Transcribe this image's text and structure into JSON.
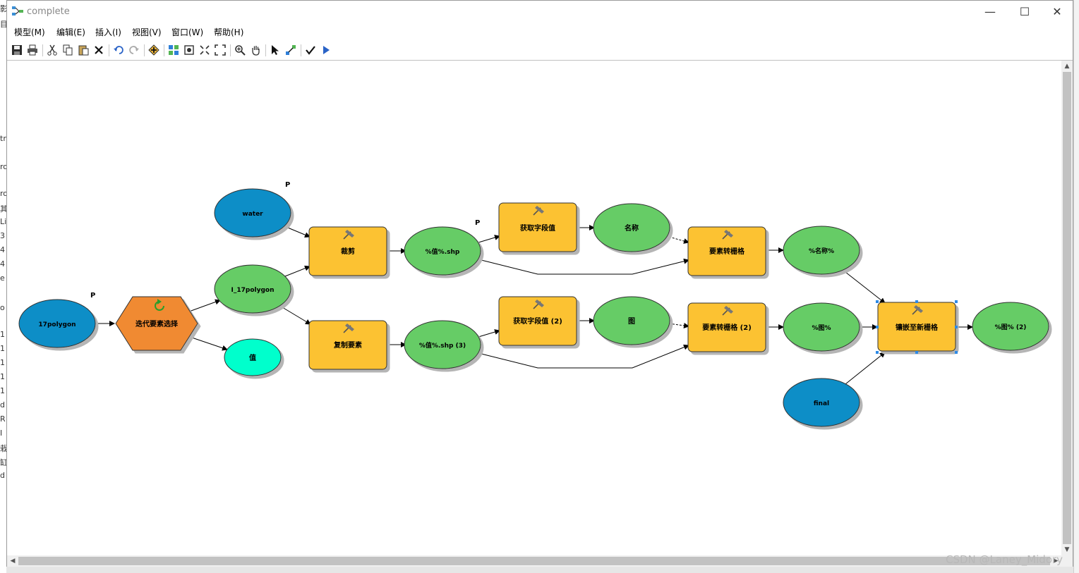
{
  "window": {
    "title": "complete",
    "minimize_glyph": "—",
    "maximize_glyph": "☐",
    "close_glyph": "✕"
  },
  "menu": [
    "模型(M)",
    "编辑(E)",
    "插入(I)",
    "视图(V)",
    "窗口(W)",
    "帮助(H)"
  ],
  "toolbar_icons": [
    "save-icon",
    "print-icon",
    "cut-icon",
    "copy-icon",
    "paste-icon",
    "delete-icon",
    "undo-icon",
    "redo-icon",
    "add-data-icon",
    "auto-layout-icon",
    "full-extent-icon",
    "fit-to-window-icon",
    "zoom-to-fit-icon",
    "zoom-in-icon",
    "pan-icon",
    "select-icon",
    "connect-icon",
    "validate-icon",
    "run-icon"
  ],
  "model": {
    "nodes": {
      "n_17polygon": "17polygon",
      "n_iterate": "迭代要素选择",
      "n_i17polygon": "I_17polygon",
      "n_value": "值",
      "n_water": "water",
      "n_clip": "裁剪",
      "n_copy": "复制要素",
      "n_shp1": "%值%.shp",
      "n_shp3": "%值%.shp (3)",
      "n_getfield1": "获取字段值",
      "n_getfield2": "获取字段值 (2)",
      "n_name": "名称",
      "n_tu": "图",
      "n_f2r1": "要素转栅格",
      "n_f2r2": "要素转栅格 (2)",
      "n_out_name": "%名称%",
      "n_out_tu": "%图%",
      "n_final": "final",
      "n_mosaic": "镶嵌至新栅格",
      "n_out_tu2": "%图% (2)"
    },
    "parameter_marker": "P"
  },
  "colors": {
    "input_blue": "#0a8ec7",
    "derived_green": "#66cc66",
    "tool_yellow": "#fcc233",
    "iterator_orange": "#f08a30",
    "value_cyan": "#00ffcc",
    "selection_blue": "#2d8ae6"
  },
  "watermark": "CSDN @Laney_Midory"
}
